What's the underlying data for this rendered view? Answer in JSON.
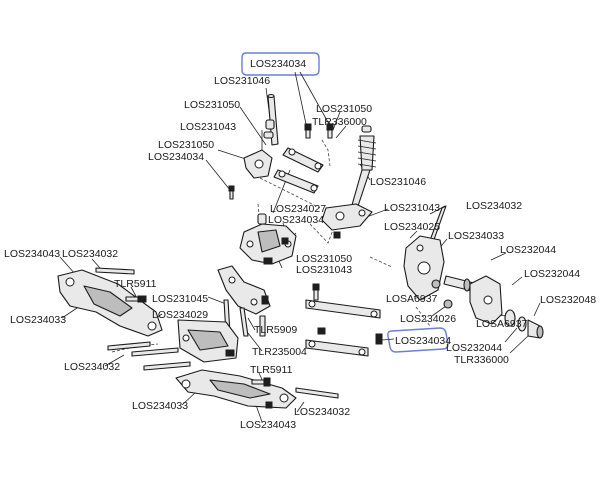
{
  "highlight_color": "#6c7fd6",
  "labels": {
    "top_highlight": "LOS234034",
    "l_231046_top": "LOS231046",
    "l_231050_a": "LOS231050",
    "l_231043_a": "LOS231043",
    "l_231050_b": "LOS231050",
    "l_234034_a": "LOS234034",
    "r_231050": "LOS231050",
    "r_tlr336000": "TLR336000",
    "r_231046": "LOS231046",
    "c_234027": "LOS234027",
    "c_234034": "LOS234034",
    "c_231043": "LOS231043",
    "c_231050_b": "LOS231050",
    "c_231043_b": "LOS231043",
    "r_234032": "LOS234032",
    "r_234025": "LOS234025",
    "r_234033": "LOS234033",
    "r_232044_a": "LOS232044",
    "r_232044_b": "LOS232044",
    "r_232048": "LOS232048",
    "r_losa6937_a": "LOSA6937",
    "r_losa6937_b": "LOSA6937",
    "r_232044_c": "LOS232044",
    "r_tlr336000_b": "TLR336000",
    "r_234026": "LOS234026",
    "mid_highlight": "LOS234034",
    "l_234043": "LOS234043",
    "l_234032": "LOS234032",
    "l_tlr5911": "TLR5911",
    "l_234033": "LOS234033",
    "m_231045": "LOS231045",
    "m_234029": "LOS234029",
    "m_tlr5909": "TLR5909",
    "m_tlr235004": "TLR235004",
    "b_234032_left": "LOS234032",
    "b_tlr5911": "TLR5911",
    "b_234033": "LOS234033",
    "b_234043": "LOS234043",
    "b_234032_right": "LOS234032"
  },
  "icons": {
    "highlight_box": "rounded-outline-box",
    "fastener": "hex-screw",
    "bushing": "pivot-ball"
  }
}
